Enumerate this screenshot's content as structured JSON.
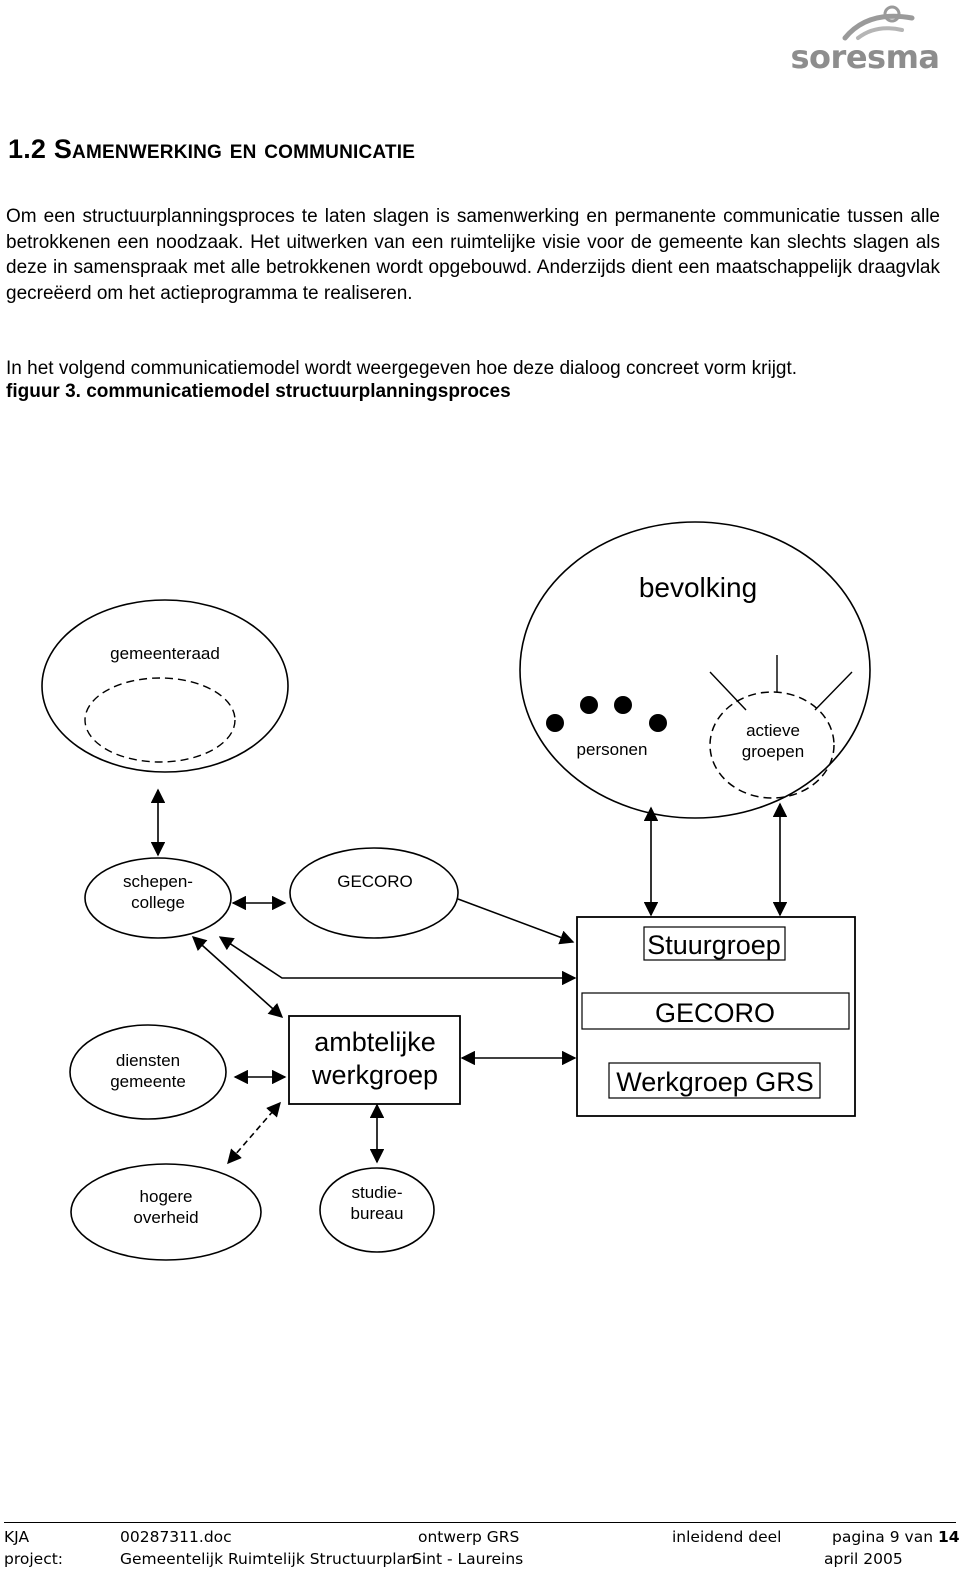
{
  "logo": {
    "text": "soresma"
  },
  "heading": "1.2 Samenwerking en communicatie",
  "paragraphs": [
    "Om een structuurplanningsproces te laten slagen is samenwerking en permanente communicatie tussen alle betrokkenen een noodzaak. Het uitwerken van een ruimtelijke visie voor de gemeente kan slechts slagen als deze in samenspraak met alle betrokkenen wordt opgebouwd. Anderzijds dient een maatschappelijk draagvlak gecreëerd om het actieprogramma te realiseren.",
    "In het volgend communicatiemodel wordt weergegeven hoe deze dialoog concreet vorm krijgt."
  ],
  "figure_caption": "figuur 3. communicatiemodel structuurplanningsproces",
  "diagram": {
    "bevolking": "bevolking",
    "gemeenteraad": "gemeenteraad",
    "personen": "personen",
    "actieve_1": "actieve",
    "actieve_2": "groepen",
    "schepen_1": "schepen-",
    "schepen_2": "college",
    "gecoro_small": "GECORO",
    "stuurgroep": "Stuurgroep",
    "gecoro_box": "GECORO",
    "werkgroep_grs": "Werkgroep GRS",
    "diensten_1": "diensten",
    "diensten_2": "gemeente",
    "ambtelijke_1": "ambtelijke",
    "ambtelijke_2": "werkgroep",
    "hogere_1": "hogere",
    "hogere_2": "overheid",
    "studie_1": "studie-",
    "studie_2": "bureau"
  },
  "footer": {
    "row1": [
      "KJA",
      "00287311.doc",
      "ontwerp GRS",
      "inleidend deel",
      "pagina 9 van ",
      "14"
    ],
    "row2": [
      "project:",
      "Gemeentelijk Ruimtelijk Structuurplan",
      "Sint - Laureins",
      "april 2005"
    ]
  }
}
